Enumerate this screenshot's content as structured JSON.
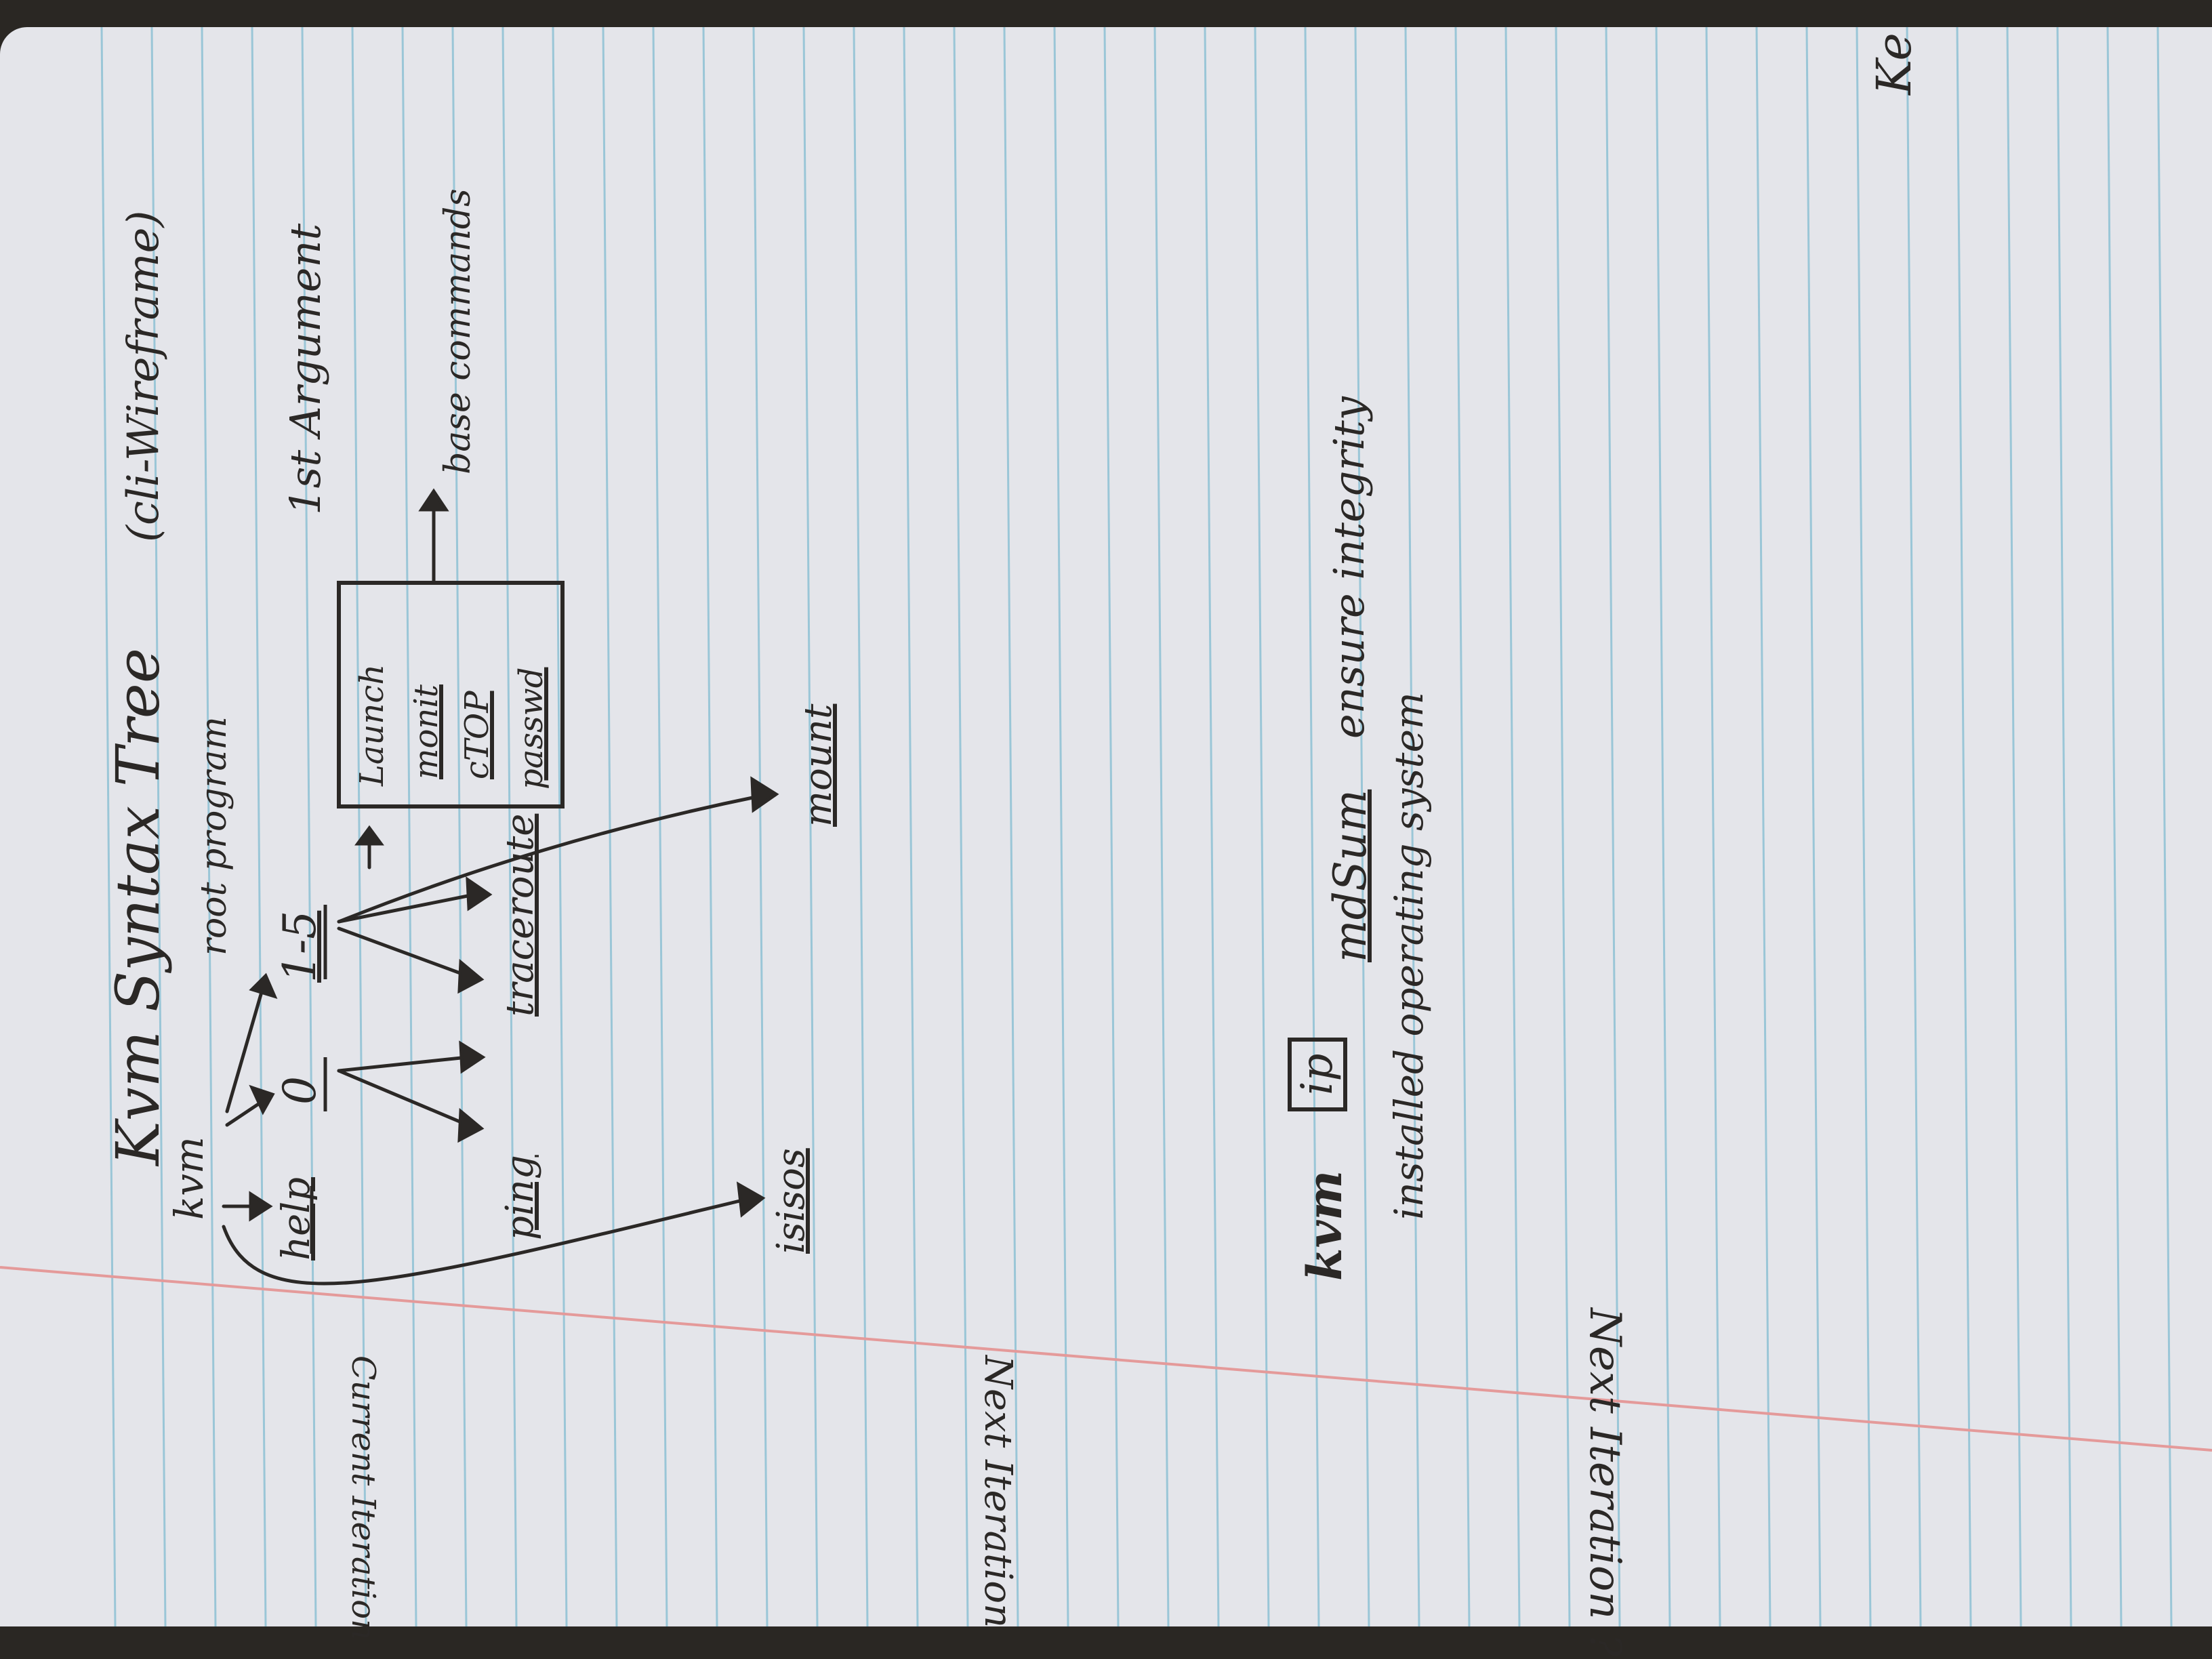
{
  "notes": {
    "title": "Kvm Syntax Tree",
    "subtitle": "(cli-Wireframe)",
    "root_label": "root program",
    "first_argument_label": "1st Argument",
    "base_commands_label": "base commands",
    "tree": {
      "root": "kvm",
      "level_1": [
        "help",
        "0",
        "1-5"
      ],
      "level_2": [
        "ping",
        "traceroute"
      ],
      "base_commands_box": [
        "Launch",
        "monit",
        "cTOP",
        "passwd"
      ],
      "next_iteration": [
        "isisos",
        "mount"
      ]
    },
    "margin_notes": {
      "current_iteration": "Current Iteration",
      "next_iteration_1": "Next Iteration",
      "next_iteration_2": "Next Iteration ?"
    },
    "example_command": {
      "program": "kvm",
      "flag": "ip",
      "command": "mdSum",
      "description_line_1": "ensure integrity",
      "description_line_2": "installed operating system"
    },
    "edge_text": "Ke"
  },
  "colors": {
    "paper": "#e4e5ea",
    "ruled_line": "#9ac6d7",
    "margin_line": "#e49a9a",
    "ink": "#2b2826",
    "background": "#2a2723"
  }
}
